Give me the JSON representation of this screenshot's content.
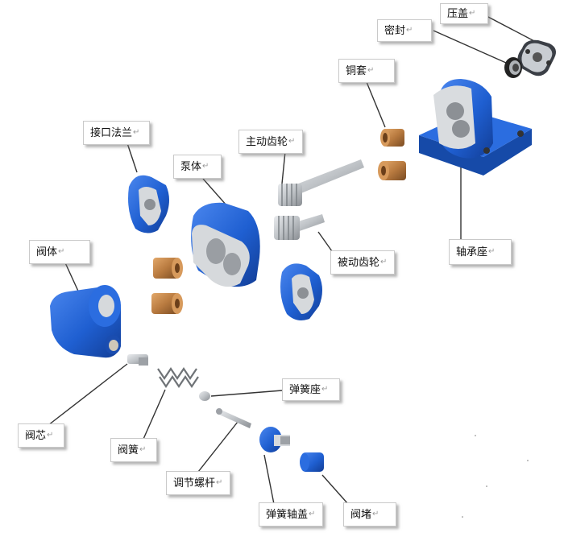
{
  "parts": {
    "yagai": "压盖",
    "mifeng": "密封",
    "tongtao": "铜套",
    "jiekou_falan": "接口法兰",
    "zhudong_chilun": "主动齿轮",
    "bengti": "泵体",
    "beidong_chilun": "被动齿轮",
    "zhouchengzuo": "轴承座",
    "fati": "阀体",
    "tanhuangzuo": "弹簧座",
    "faxin": "阀芯",
    "fahuang": "阀簧",
    "tiaojie_luogan": "调节螺杆",
    "tanhuang_zhougai": "弹簧轴盖",
    "fadu": "阀堵"
  },
  "mark": "↵",
  "colors": {
    "blue": "#1f5fd1",
    "bronze": "#b87a3f",
    "steel": "#bfc3c7"
  }
}
